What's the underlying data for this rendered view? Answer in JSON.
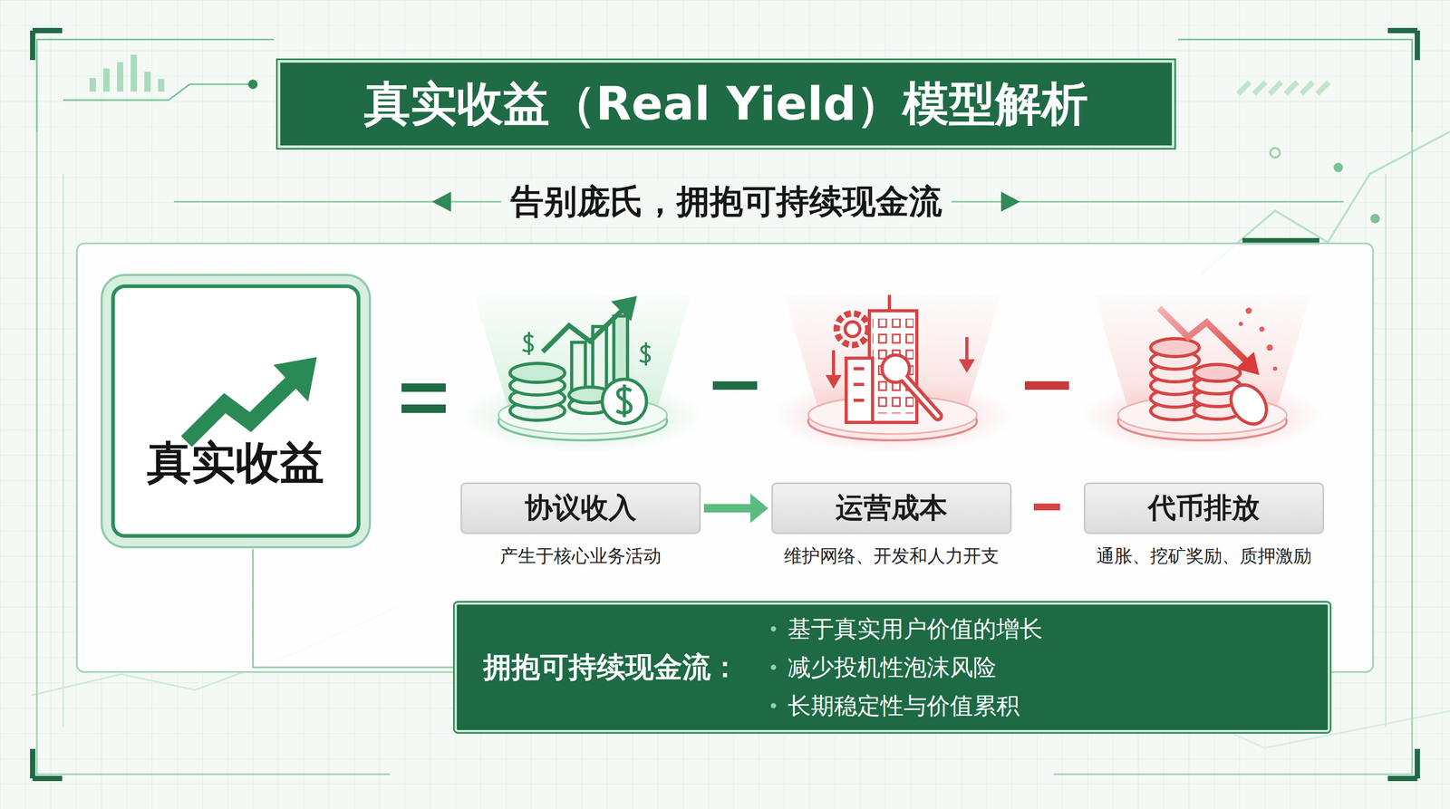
{
  "diagram": {
    "title": "真实收益（Real Yield）模型解析",
    "nodes": [
      {
        "text": [
          "真实收益"
        ]
      },
      {
        "text": [
          "协议收入",
          "产生于核心业务活动"
        ]
      },
      {
        "text": [
          "运营成本",
          "维护网络、开发和人力开支"
        ]
      },
      {
        "text": [
          "代币排放",
          "通胀、挖矿奖励、质押激励"
        ]
      },
      {
        "text": [
          "拥抱可持续现金流：",
          "基于真实用户价值的增长",
          "减少投机性泡沫风险",
          "长期稳定性与价值累积"
        ]
      }
    ],
    "edges": [
      {
        "from": 1,
        "to": 2,
        "arrow": "to"
      },
      {
        "from": 0,
        "to": 4,
        "arrow": "none"
      }
    ],
    "labels": [
      "告别庞氏，拥抱可持续现金流"
    ]
  }
}
